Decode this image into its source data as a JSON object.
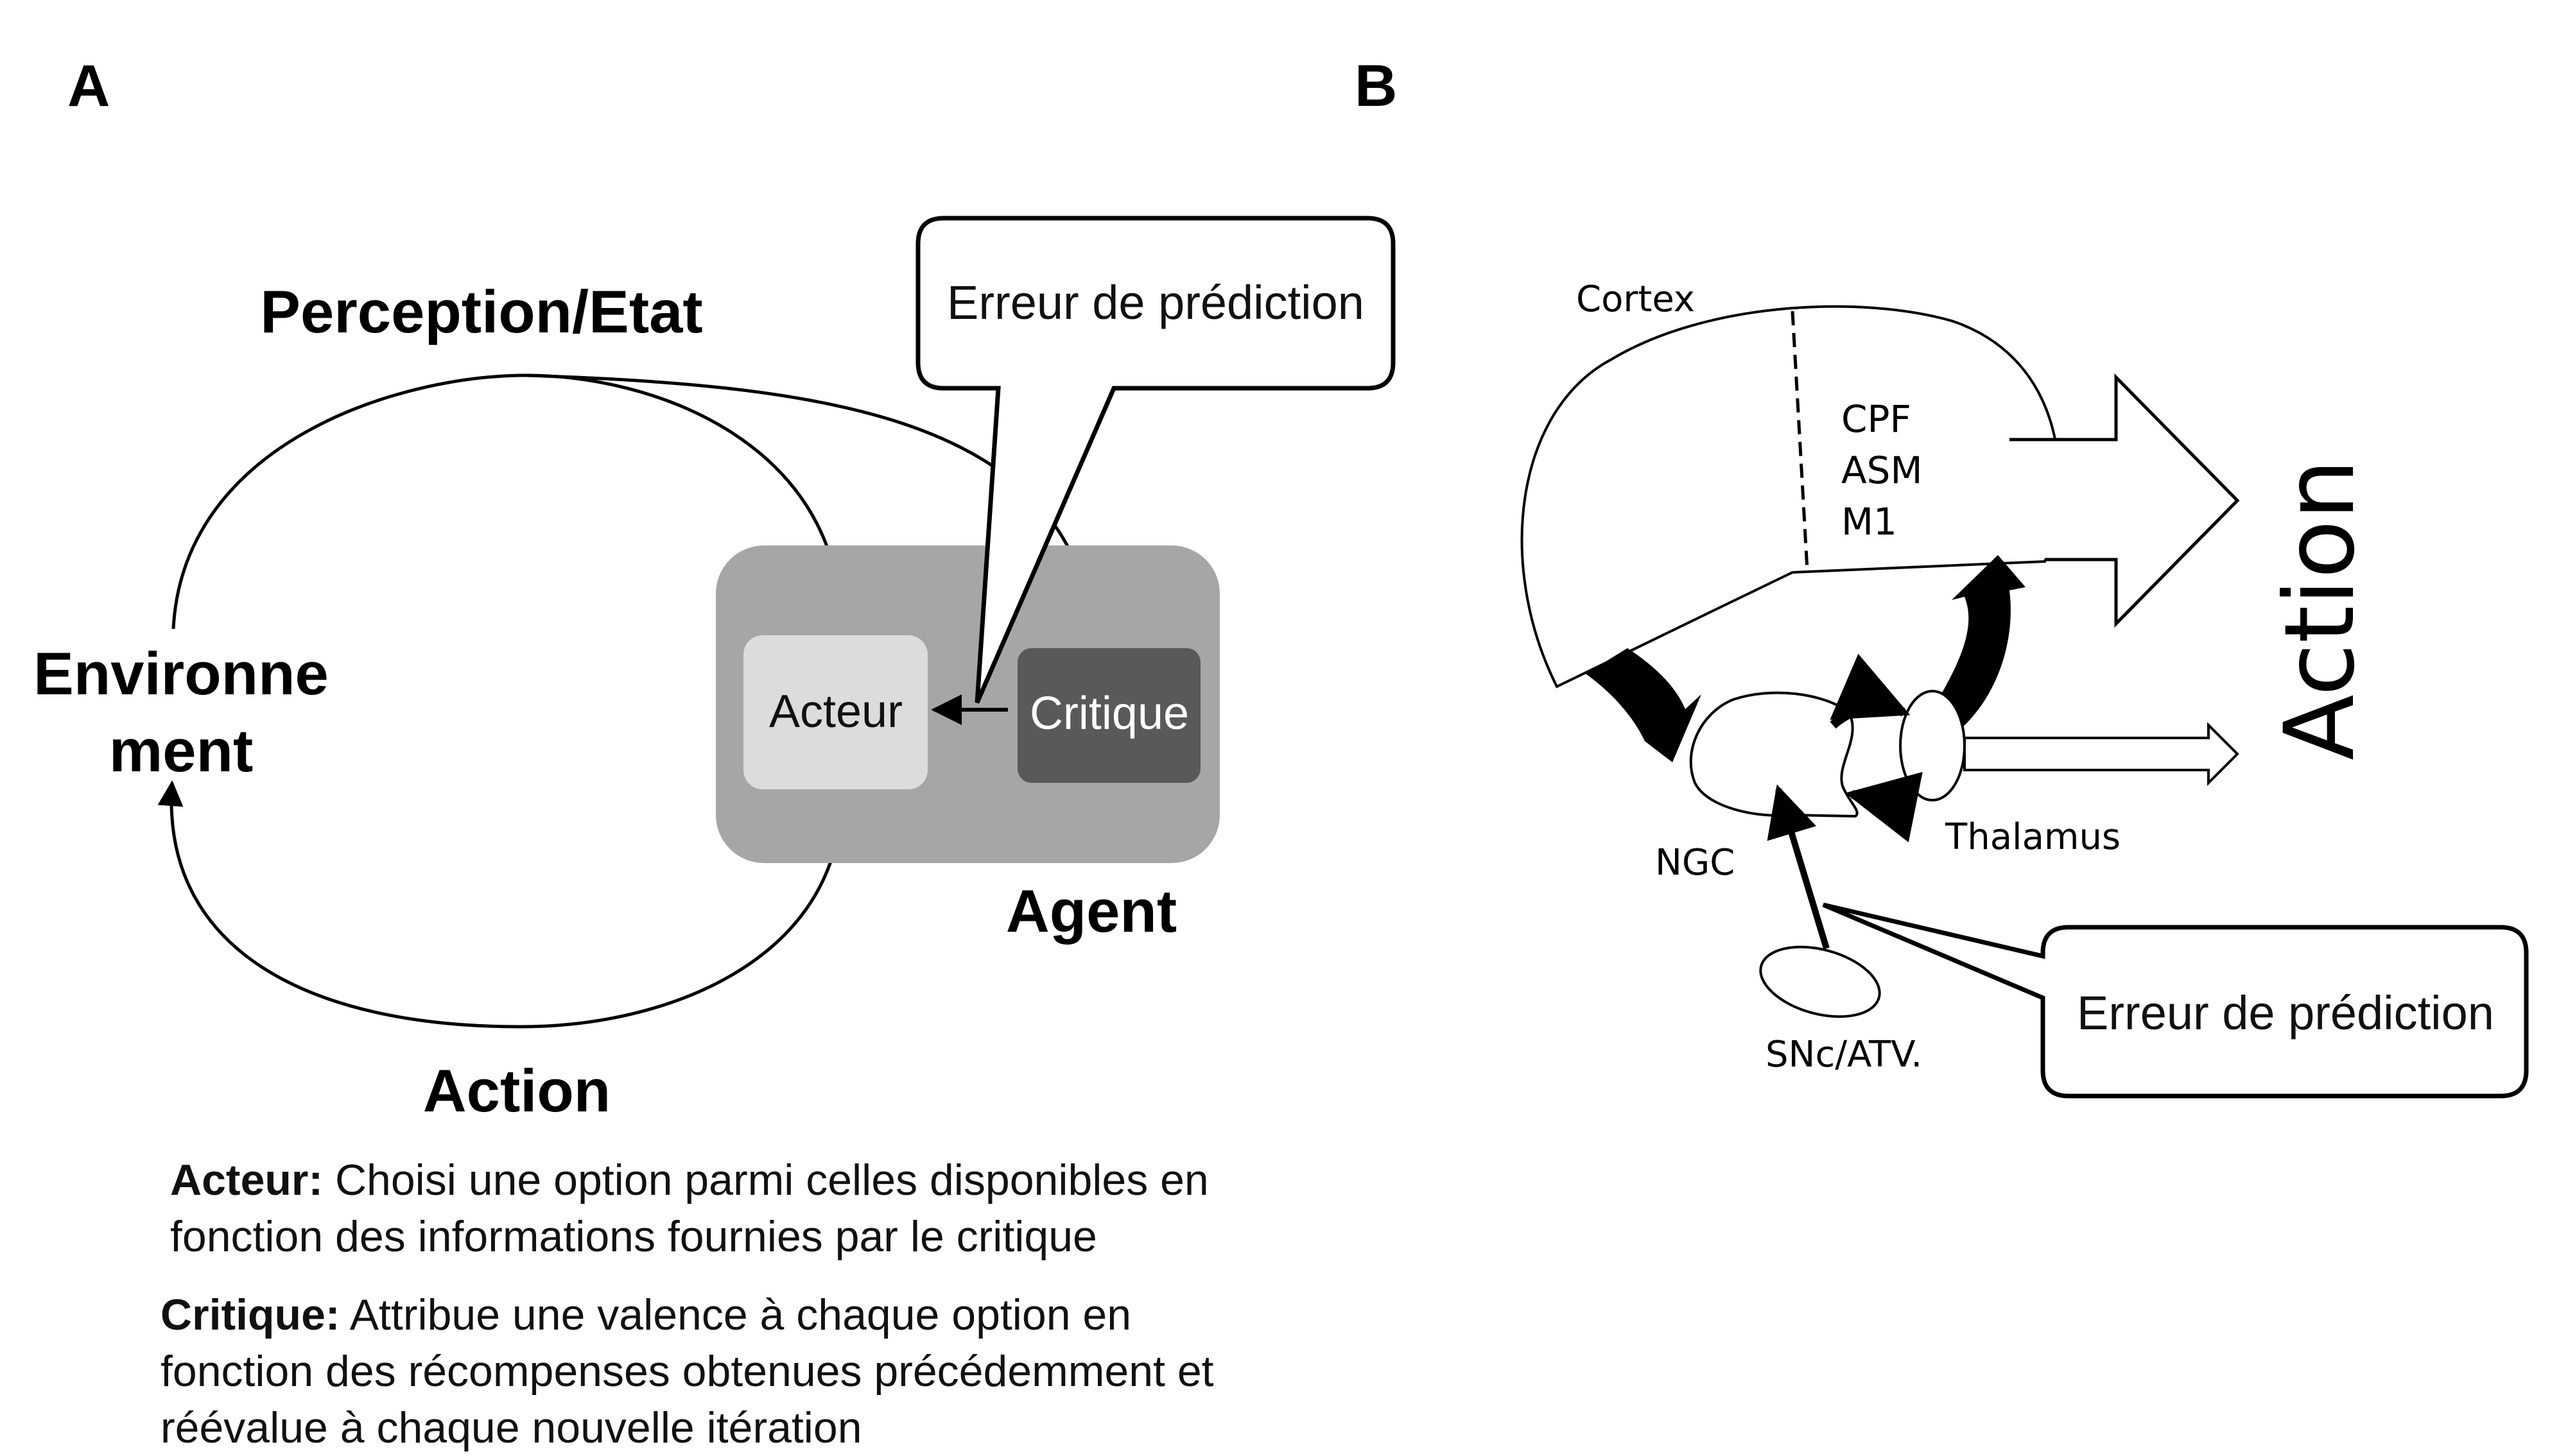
{
  "panel_a": {
    "letter": "A",
    "perception_label": "Perception/Etat",
    "environment_label_line1": "Environne",
    "environment_label_line2": "ment",
    "action_label": "Action",
    "agent_label": "Agent",
    "actor_box": "Acteur",
    "critic_box": "Critique",
    "error_callout": "Erreur de prédiction",
    "legend": {
      "actor_term": "Acteur:",
      "actor_line1": " Choisi une option parmi celles disponibles en",
      "actor_line2": "fonction des informations fournies par le critique",
      "critic_term": "Critique:",
      "critic_line1": " Attribue une valence à chaque option en",
      "critic_line2": "fonction des récompenses obtenues précédemment et",
      "critic_line3": "réévalue à chaque nouvelle itération"
    }
  },
  "panel_b": {
    "letter": "B",
    "cortex_label": "Cortex",
    "cortex_areas": [
      "CPF",
      "ASM",
      "M1"
    ],
    "ngc_label": "NGC",
    "thalamus_label": "Thalamus",
    "snc_label": "SNc/ATV.",
    "action_label": "Action",
    "error_callout": "Erreur de prédiction"
  },
  "colors": {
    "agent_bg": "#a6a6a6",
    "actor_bg": "#dcdcdc",
    "critic_bg": "#595959"
  }
}
